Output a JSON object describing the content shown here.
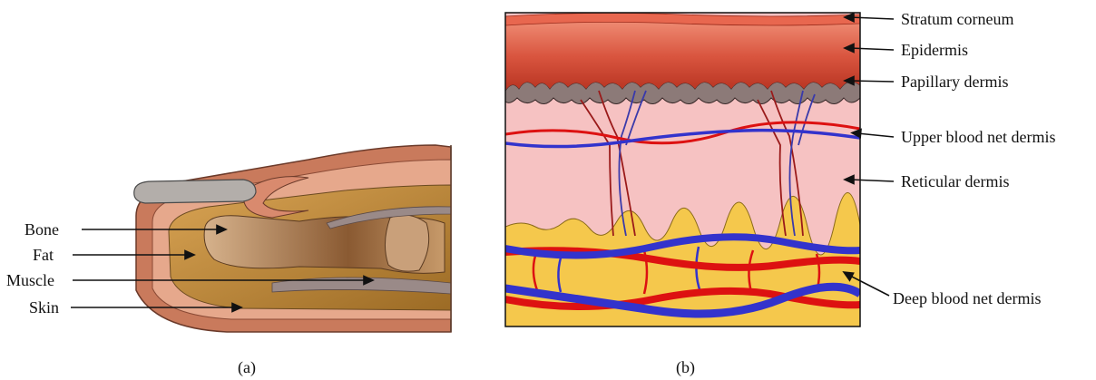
{
  "panel_a": {
    "caption": "(a)",
    "labels": [
      "Bone",
      "Fat",
      "Muscle",
      "Skin"
    ]
  },
  "panel_b": {
    "caption": "(b)",
    "labels": [
      "Stratum corneum",
      "Epidermis",
      "Papillary dermis",
      "Upper blood net dermis",
      "Reticular dermis",
      "Deep blood net dermis"
    ]
  },
  "colors": {
    "stratum_corneum": "#e8674f",
    "epidermis": "#d9553f",
    "papillary": "#8c7a78",
    "reticular": "#f6c2c2",
    "fat": "#f5c84c",
    "vein": "#3333cc",
    "artery": "#dd1111",
    "bone": "#b08968",
    "nail": "#a9a9a9"
  }
}
